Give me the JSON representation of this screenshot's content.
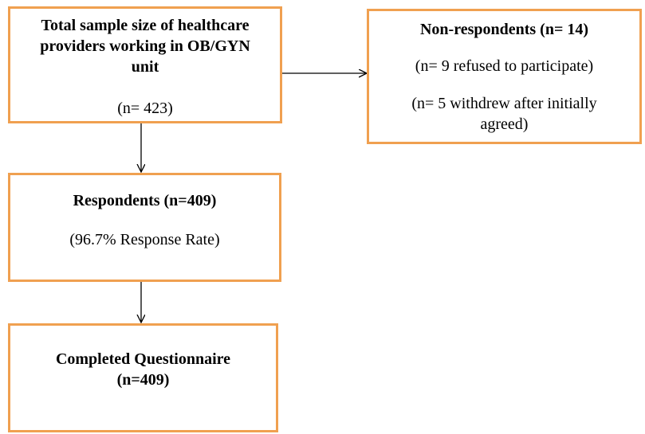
{
  "nodes": {
    "total_sample": {
      "title_lines": [
        "Total sample size of healthcare",
        "providers working in OB/GYN",
        "unit"
      ],
      "count": "(n= 423)"
    },
    "non_respondents": {
      "title": "Non-respondents (n= 14)",
      "refused": "(n= 9 refused to participate)",
      "withdrew_lines": [
        "(n= 5 withdrew after initially",
        "agreed)"
      ]
    },
    "respondents": {
      "title": "Respondents (n=409)",
      "rate": "(96.7% Response Rate)"
    },
    "completed": {
      "title_lines": [
        "Completed Questionnaire",
        "(n=409)"
      ]
    }
  },
  "colors": {
    "box_border": "#f0a050",
    "arrow": "#000000"
  }
}
